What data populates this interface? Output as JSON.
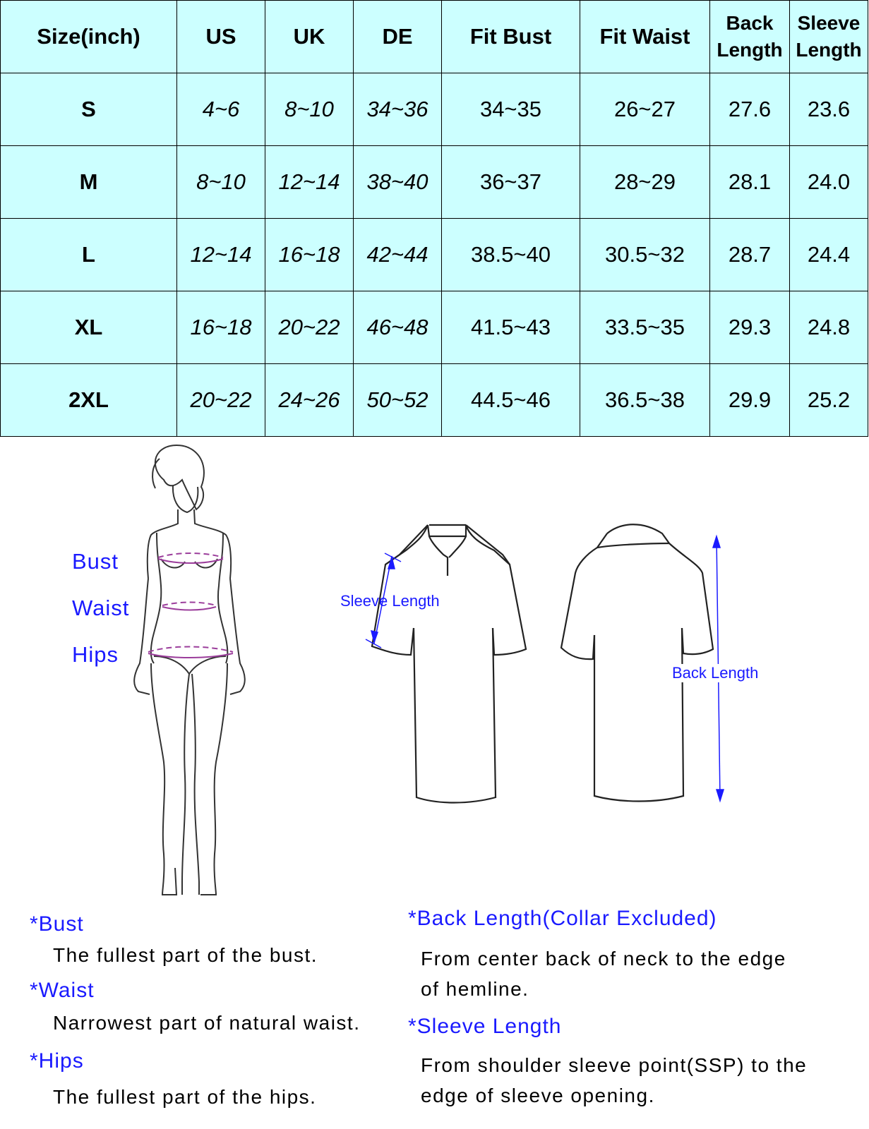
{
  "size_table": {
    "headers": [
      "Size(inch)",
      "US",
      "UK",
      "DE",
      "Fit Bust",
      "Fit Waist",
      "Back Length",
      "Sleeve Length"
    ],
    "header_lines": {
      "back_length": [
        "Back",
        "Length"
      ],
      "sleeve_length": [
        "Sleeve",
        "Length"
      ]
    },
    "rows": [
      {
        "size": "S",
        "us": "4~6",
        "uk": "8~10",
        "de": "34~36",
        "fit_bust": "34~35",
        "fit_waist": "26~27",
        "back_length": "27.6",
        "sleeve_length": "23.6"
      },
      {
        "size": "M",
        "us": "8~10",
        "uk": "12~14",
        "de": "38~40",
        "fit_bust": "36~37",
        "fit_waist": "28~29",
        "back_length": "28.1",
        "sleeve_length": "24.0"
      },
      {
        "size": "L",
        "us": "12~14",
        "uk": "16~18",
        "de": "42~44",
        "fit_bust": "38.5~40",
        "fit_waist": "30.5~32",
        "back_length": "28.7",
        "sleeve_length": "24.4"
      },
      {
        "size": "XL",
        "us": "16~18",
        "uk": "20~22",
        "de": "46~48",
        "fit_bust": "41.5~43",
        "fit_waist": "33.5~35",
        "back_length": "29.3",
        "sleeve_length": "24.8"
      },
      {
        "size": "2XL",
        "us": "20~22",
        "uk": "24~26",
        "de": "50~52",
        "fit_bust": "44.5~46",
        "fit_waist": "36.5~38",
        "back_length": "29.9",
        "sleeve_length": "25.2"
      }
    ],
    "background_color": "#ccffff"
  },
  "body_diagram": {
    "labels": {
      "bust": "Bust",
      "waist": "Waist",
      "hips": "Hips"
    },
    "measure_line_color": "#9b3d9b"
  },
  "shirt_diagram": {
    "sleeve_label": "Sleeve Length",
    "back_label": "Back Length",
    "arrow_color": "#1a1aff"
  },
  "definitions": {
    "bust": {
      "title": "*Bust",
      "text": "The fullest part of the bust."
    },
    "waist": {
      "title": "*Waist",
      "text": "Narrowest part of natural waist."
    },
    "hips": {
      "title": "*Hips",
      "text": "The fullest part of the hips."
    },
    "back_length": {
      "title": "*Back Length(Collar Excluded)",
      "text_lines": [
        "From center back of neck to the edge",
        "of hemline."
      ]
    },
    "sleeve_length": {
      "title": "*Sleeve Length",
      "text_lines": [
        "From shoulder sleeve point(SSP) to the",
        "edge of sleeve opening."
      ]
    }
  }
}
